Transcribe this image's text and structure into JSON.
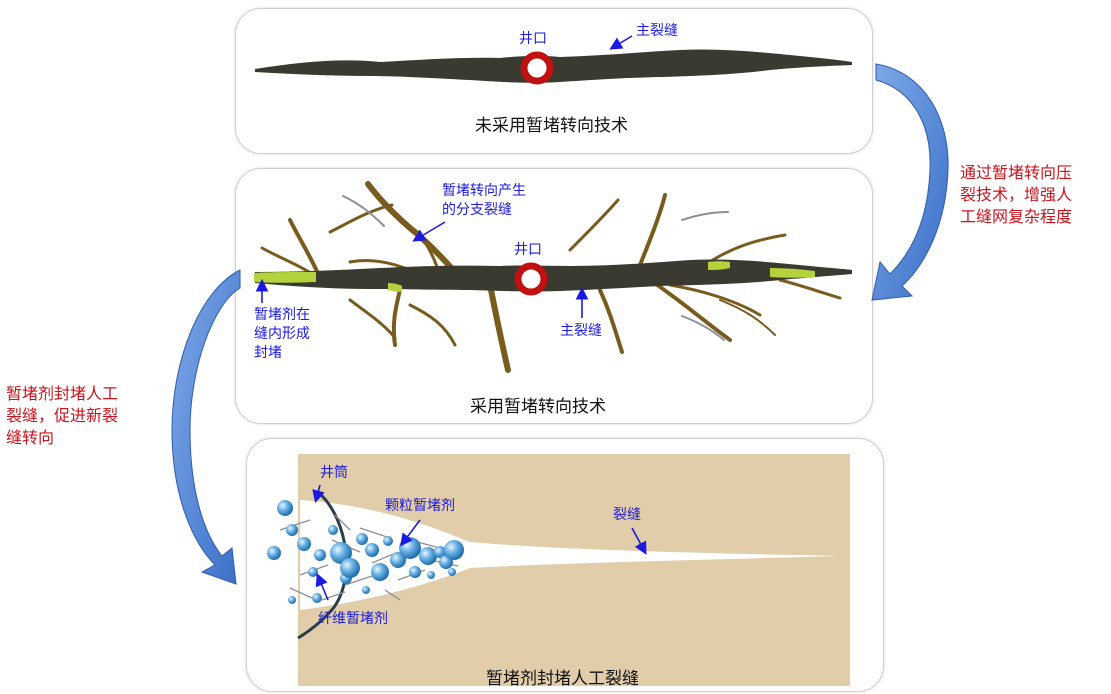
{
  "panel_top": {
    "caption": "未采用暂堵转向技术",
    "wellhead_label": "井口",
    "main_fracture_label": "主裂缝"
  },
  "panel_middle": {
    "caption": "采用暂堵转向技术",
    "wellhead_label": "井口",
    "branch_label_line1": "暂堵转向产生",
    "branch_label_line2": "的分支裂缝",
    "main_fracture_label": "主裂缝",
    "plug_label_line1": "暂堵剂在",
    "plug_label_line2": "缝内形成",
    "plug_label_line3": "封堵"
  },
  "panel_bottom": {
    "caption": "暂堵剂封堵人工裂缝",
    "wellbore_label": "井筒",
    "particle_label": "颗粒暂堵剂",
    "fracture_label": "裂缝",
    "fiber_label": "纤维暂堵剂"
  },
  "side_notes": {
    "right_line1": "通过暂堵转向压",
    "right_line2": "裂技术，增强人",
    "right_line3": "工缝网复杂程度",
    "left_line1": "暂堵剂封堵人工",
    "left_line2": "裂缝，促进新裂",
    "left_line3": "缝转向"
  },
  "colors": {
    "fracture_dark": "#3b3a30",
    "branch_brown": "#7a5b1e",
    "plug_green": "#b4d23c",
    "wellhead_red": "#c01010",
    "label_blue": "#1a1ae0",
    "note_red": "#c8141c",
    "rock_tan": "#e2cdaa",
    "arrow_blue": "#4a7fd4"
  }
}
